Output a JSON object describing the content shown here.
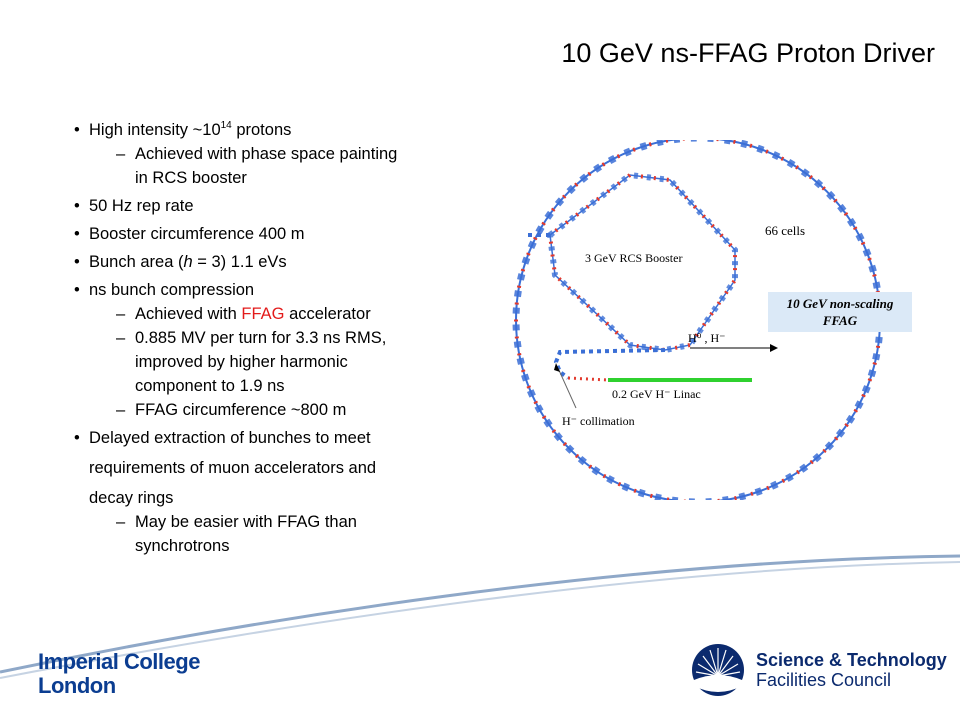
{
  "slide": {
    "title": "10 GeV ns-FFAG Proton Driver"
  },
  "bullets": {
    "b1_pre": "High intensity ~10",
    "b1_sup": "14",
    "b1_post": " protons",
    "b1_sub1_l1": "Achieved with phase space painting",
    "b1_sub1_l2": "in RCS booster",
    "b2": "50 Hz rep rate",
    "b3": "Booster circumference 400 m",
    "b4_pre": "Bunch area (",
    "b4_h": "h",
    "b4_post": " = 3) 1.1 eVs",
    "b5": "ns bunch compression",
    "b5_sub1_pre": "Achieved with ",
    "b5_sub1_red": "FFAG",
    "b5_sub1_post": " accelerator",
    "b5_sub2_l1": "0.885 MV per turn for 3.3 ns RMS,",
    "b5_sub2_l2": "improved by higher harmonic",
    "b5_sub2_l3": "component to 1.9 ns",
    "b5_sub3": "FFAG circumference ~800 m",
    "b6_l1": "Delayed extraction of bunches to meet",
    "b6_l2": "requirements of muon accelerators and",
    "b6_l3": "decay rings",
    "b6_sub1_l1": "May be easier with FFAG than",
    "b6_sub1_l2": "synchrotrons",
    "bullet_glyph": "•",
    "dash_glyph": "–"
  },
  "diagram": {
    "cells_label": "66 cells",
    "booster_label": "3 GeV RCS Booster",
    "ffag_label_l1": "10 GeV non-scaling",
    "ffag_label_l2": "FFAG",
    "beam_label": "H⁰ , H⁻",
    "linac_label": "0.2 GeV H⁻ Linac",
    "collimation_label": "H⁻ collimation",
    "ring_color": "#3b6fd6",
    "magnet_red": "#e23a2e",
    "linac_color": "#2fd12f",
    "ffag_box_color": "#dbe9f7"
  },
  "footer": {
    "imperial_l1": "Imperial College",
    "imperial_l2": "London",
    "stfc_l1": "Science & Technology",
    "stfc_l2": "Facilities Council",
    "imperial_color": "#0b3d91",
    "stfc_color": "#0b2a6e"
  }
}
